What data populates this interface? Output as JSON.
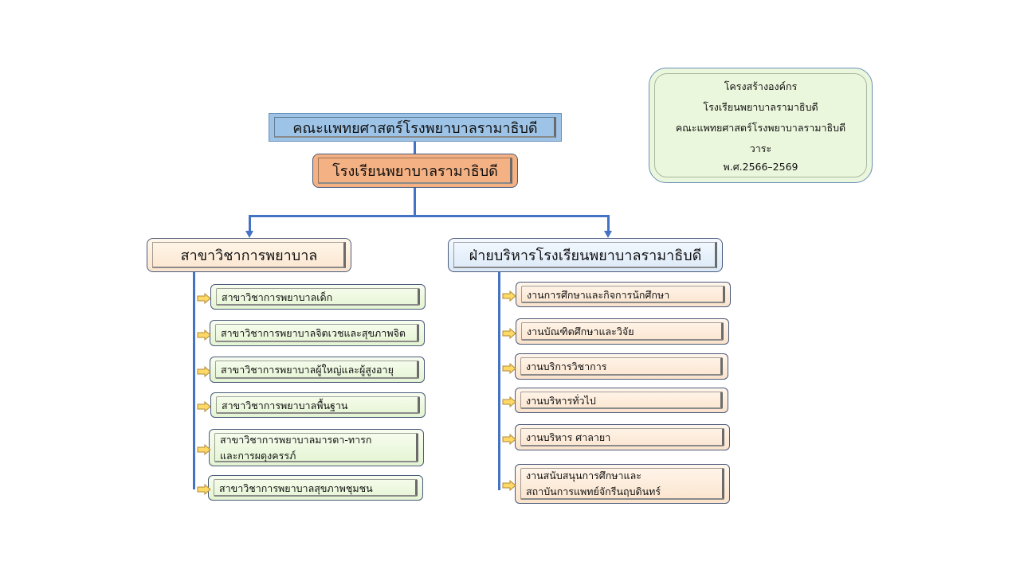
{
  "info_box": {
    "lines": [
      "โครงสร้างองค์กร",
      "โรงเรียนพยาบาลรามาธิบดี",
      "คณะแพทยศาสตร์โรงพยาบาลรามาธิบดี",
      "วาระ",
      "พ.ศ.2566–2569"
    ]
  },
  "top": {
    "faculty": "คณะแพทยศาสตร์โรงพยาบาลรามาธิบดี",
    "school": "โรงเรียนพยาบาลรามาธิบดี"
  },
  "left_branch": {
    "title": "สาขาวิชาการพยาบาล",
    "items": [
      "สาขาวิชาการพยาบาลเด็ก",
      "สาขาวิชาการพยาบาลจิตเวชและสุขภาพจิต",
      "สาขาวิชาการพยาบาลผู้ใหญ่และผู้สูงอายุ",
      "สาขาวิชาการพยาบาลพื้นฐาน",
      "สาขาวิชาการพยาบาลมารดา-ทารก\nและการผดุงครรภ์",
      "สาขาวิชาการพยาบาลสุขภาพชุมชน"
    ]
  },
  "right_branch": {
    "title": "ฝ่ายบริหารโรงเรียนพยาบาลรามาธิบดี",
    "items": [
      "งานการศึกษาและกิจการนักศึกษา",
      "งานบัณฑิตศึกษาและวิจัย",
      "งานบริการวิชาการ",
      "งานบริหารทั่วไป",
      "งานบริหาร ศาลายา",
      "งานสนับสนุนการศึกษาและ\nสถาบันการแพทย์จักรีนฤบดินทร์"
    ]
  },
  "colors": {
    "connector": "#4472c4",
    "faculty_fill": "#9dc3e6",
    "school_fill": "#f4b183",
    "left_item_fill": "#e4f4d2",
    "right_item_fill": "#fbe3cc",
    "info_fill": "#ebf7dc",
    "arrow_fill": "#ffd966"
  }
}
